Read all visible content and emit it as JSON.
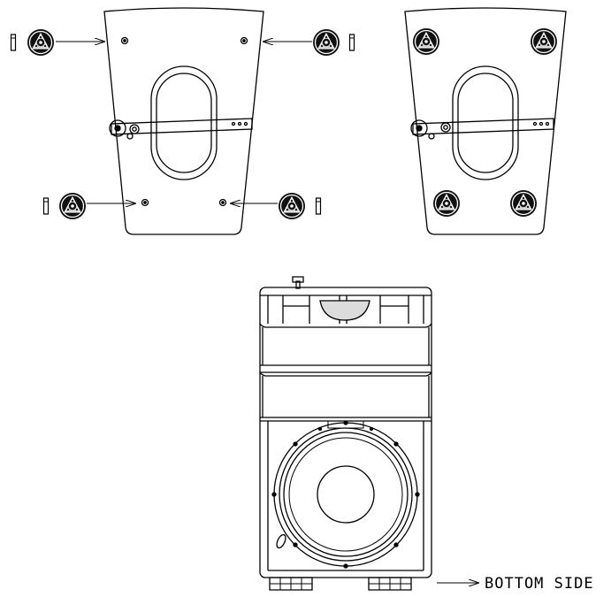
{
  "diagram": {
    "bottom_side_label": "BOTTOM SIDE",
    "colors": {
      "line": "#000000",
      "background": "#ffffff",
      "foot": "#111111",
      "foot_inner": "#bdbdbd"
    },
    "views": [
      "speaker-rear-with-feet-inserted",
      "speaker-rear-with-feet-attached",
      "speaker-bottom-side"
    ]
  }
}
